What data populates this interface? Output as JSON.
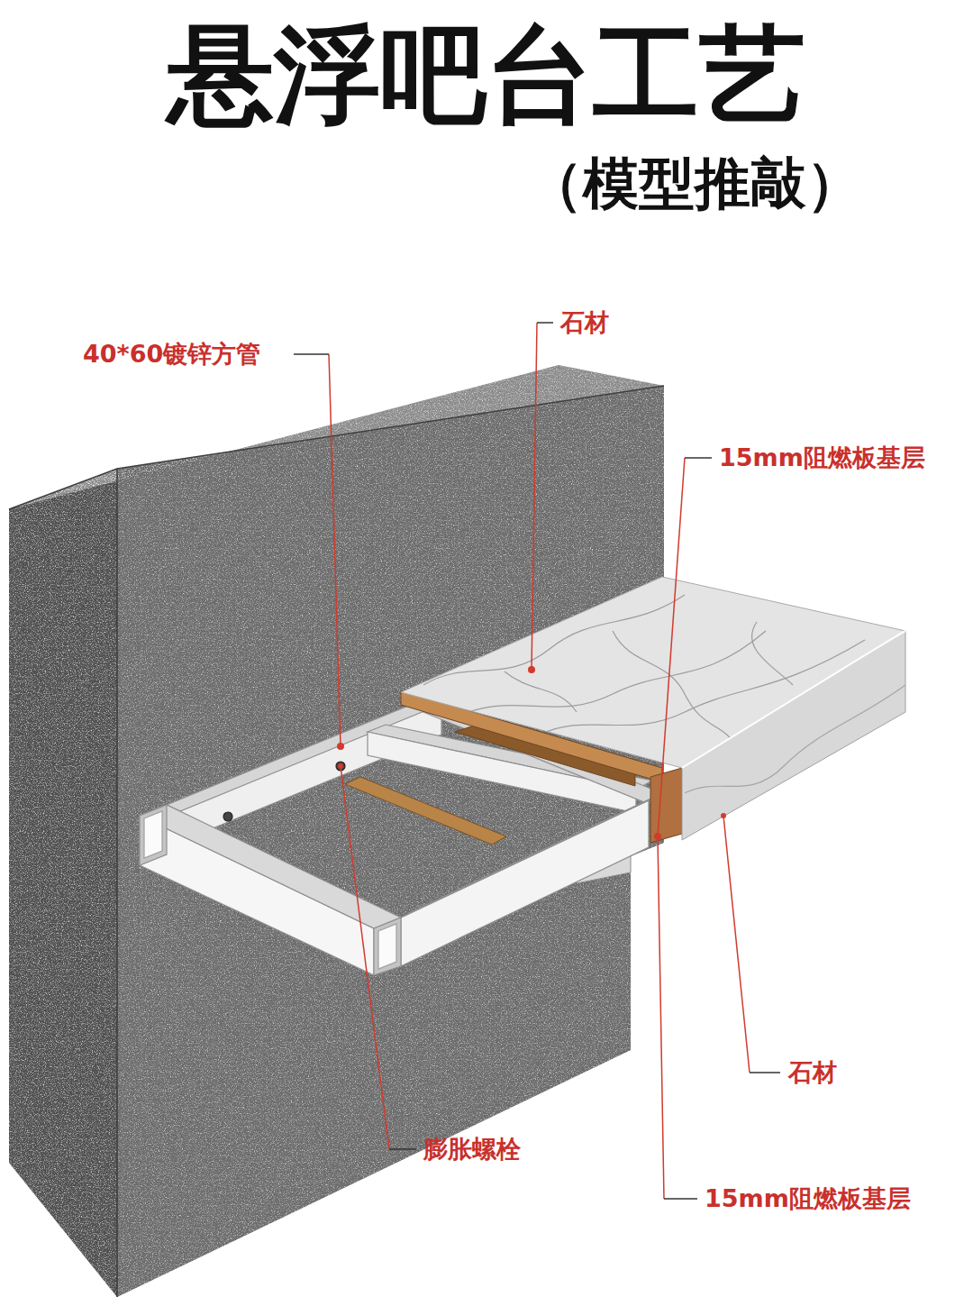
{
  "diagram": {
    "title": "悬浮吧台工艺",
    "labels": [
      "（模型推敲）",
      "40*60镀锌方管",
      "石材",
      "15mm阻燃板基层",
      "膨胀螺栓",
      "石材",
      "15mm阻燃板基层"
    ]
  }
}
